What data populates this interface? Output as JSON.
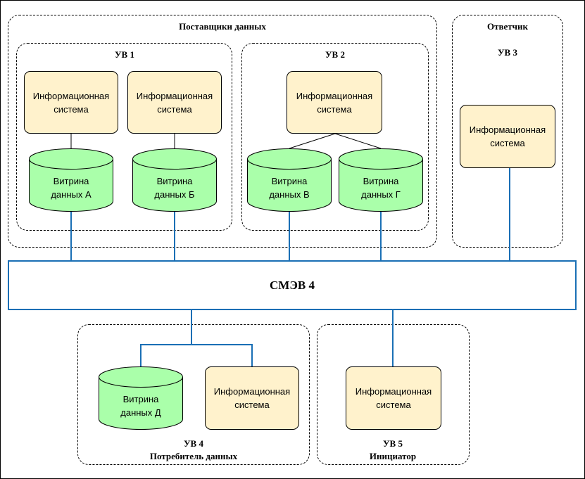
{
  "groups": {
    "suppliers": {
      "title": "Поставщики данных"
    },
    "uv1": {
      "title": "УВ 1"
    },
    "uv2": {
      "title": "УВ 2"
    },
    "responder": {
      "title": "Ответчик",
      "sub": "УВ 3"
    },
    "uv4": {
      "title": "УВ 4",
      "sub": "Потребитель данных"
    },
    "uv5": {
      "title": "УВ 5",
      "sub": "Инициатор"
    }
  },
  "info_system": {
    "line1": "Информационная",
    "line2": "система"
  },
  "marts": {
    "a": {
      "line1": "Витрина",
      "line2": "данных А"
    },
    "b": {
      "line1": "Витрина",
      "line2": "данных Б"
    },
    "v": {
      "line1": "Витрина",
      "line2": "данных В"
    },
    "g": {
      "line1": "Витрина",
      "line2": "данных Г"
    },
    "d": {
      "line1": "Витрина",
      "line2": "данных Д"
    }
  },
  "smev": {
    "label": "СМЭВ 4"
  },
  "colors": {
    "info_fill": "#fff2cc",
    "mart_fill": "#aaffaa",
    "bus_line": "#1a6fb5"
  }
}
